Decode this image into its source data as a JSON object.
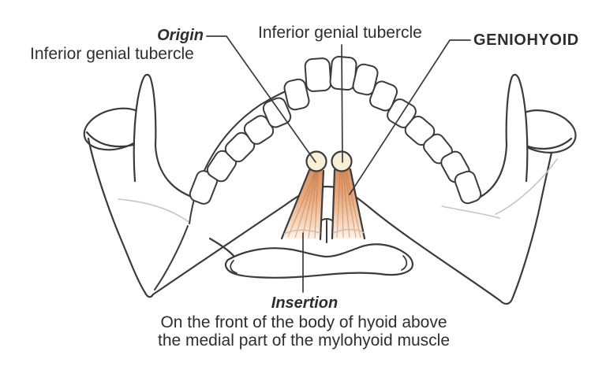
{
  "figure": {
    "subject": "Geniohyoid muscle diagram (mandible and hyoid, posterosuperior view)",
    "labels": {
      "origin_title": "Origin",
      "origin_text": "Inferior genial tubercle",
      "tubercle_top": "Inferior genial tubercle",
      "muscle_name": "GENIOHYOID",
      "insertion_title": "Insertion",
      "insertion_line1": "On the front of the body of hyoid above",
      "insertion_line2": "the medial part of the mylohyoid muscle"
    }
  },
  "colors": {
    "line": "#3b3b3b",
    "text": "#2e2e2e",
    "shading": "#c5c5c5",
    "muscle_dark": "#d98f60",
    "muscle_mid": "#e8a97e",
    "muscle_soft": "#f4d3b8",
    "muscle_fade": "#fdf6ef",
    "fiber": "#b97343",
    "tubercle": "#f8efd6",
    "cross": "#d6bca7"
  }
}
